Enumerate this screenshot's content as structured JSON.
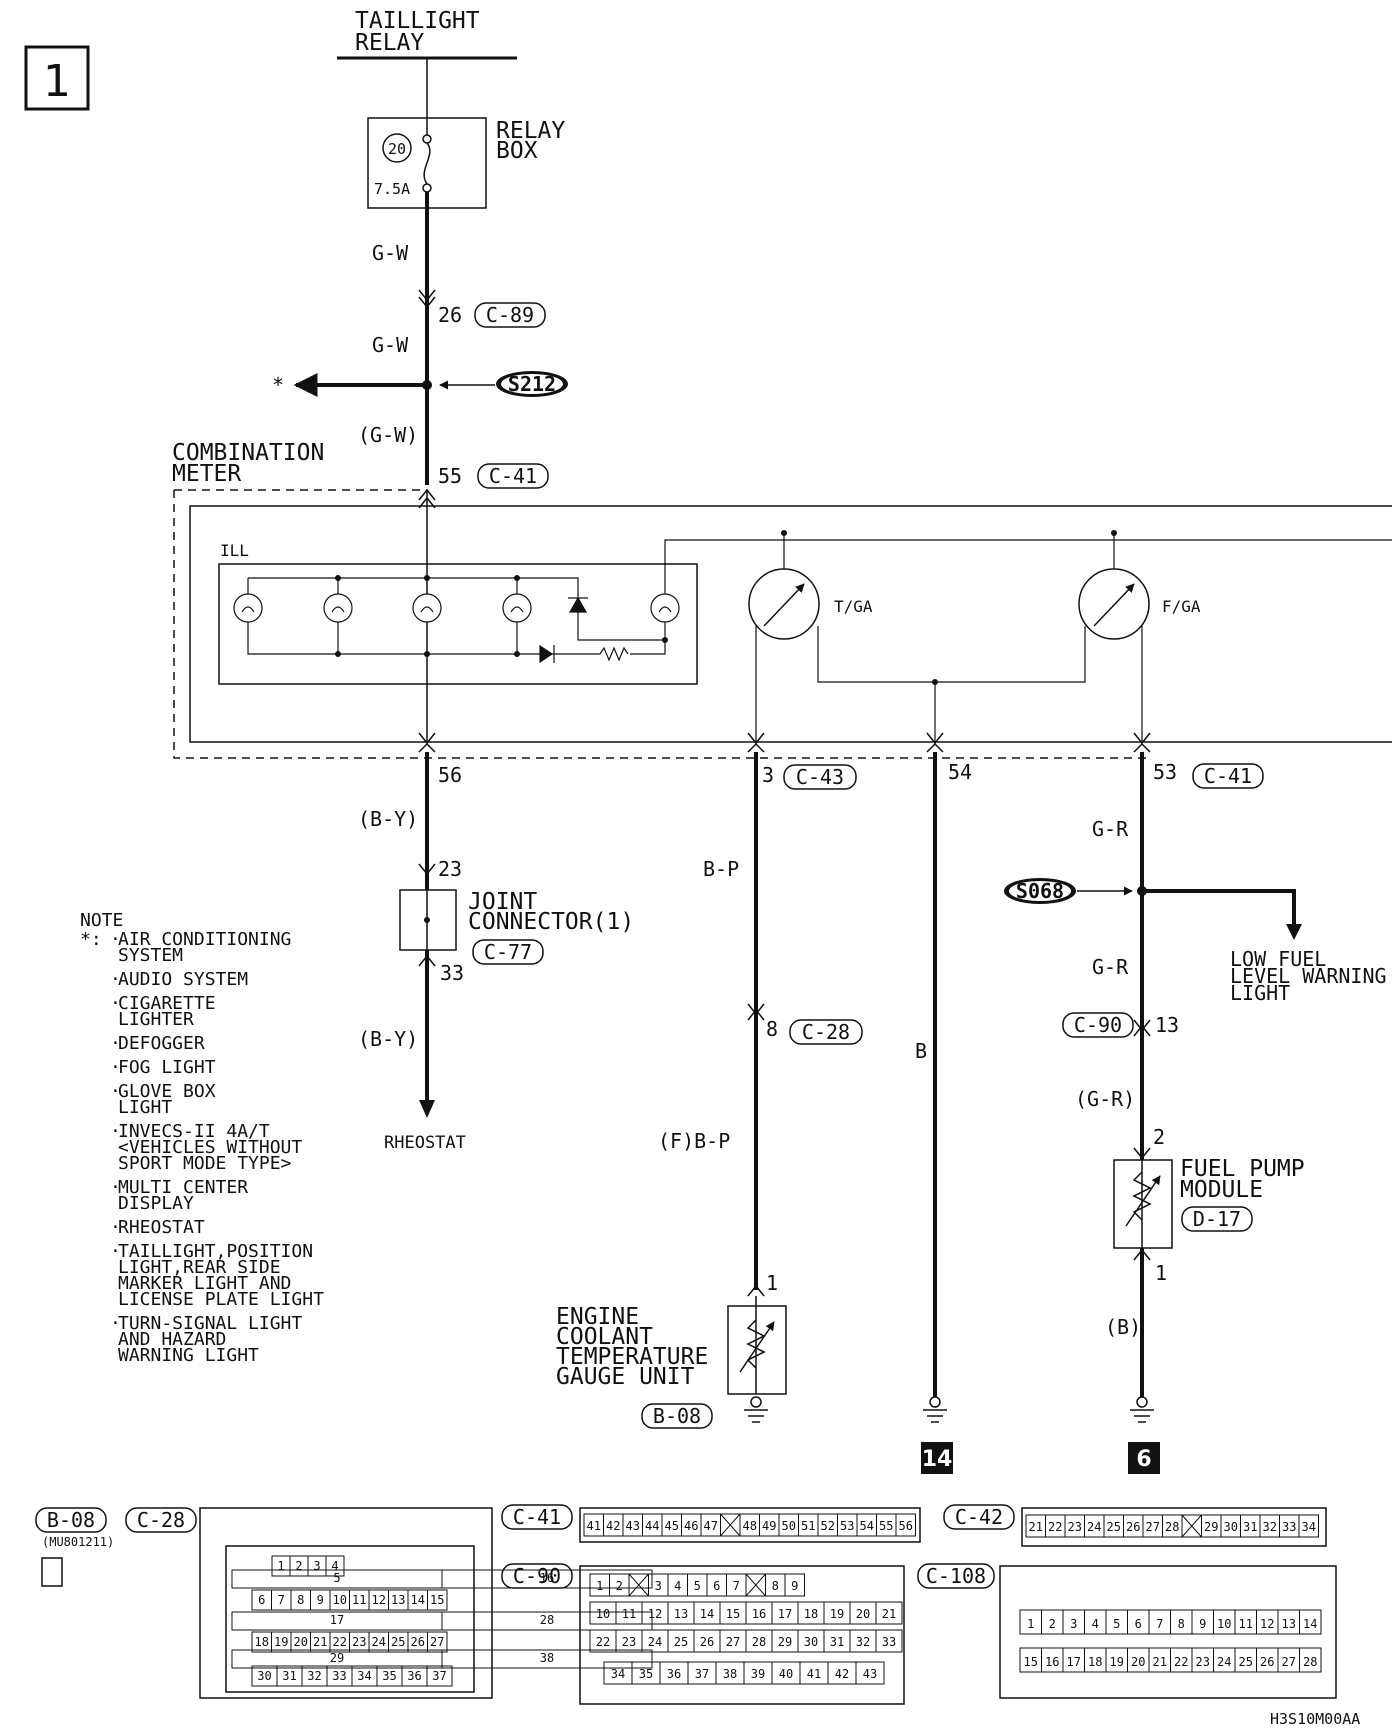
{
  "page_badge": "1",
  "source": {
    "label_line1": "TAILLIGHT",
    "label_line2": "RELAY"
  },
  "relay_box": {
    "label_line1": "RELAY",
    "label_line2": "BOX",
    "fuse_number": "20",
    "fuse_rating": "7.5A"
  },
  "wires": {
    "gw": "G-W",
    "gw_paren": "(G-W)",
    "by_paren": "(B-Y)",
    "bp": "B-P",
    "fbp": "(F)B-P",
    "b": "B",
    "gr": "G-R",
    "gr_paren": "(G-R)",
    "b_paren": "(B)"
  },
  "pins": {
    "p26": "26",
    "p55": "55",
    "p56": "56",
    "p23": "23",
    "p33": "33",
    "p3": "3",
    "p8": "8",
    "p1a": "1",
    "p54": "54",
    "p53": "53",
    "p13": "13",
    "p2": "2",
    "p1b": "1"
  },
  "connectors": {
    "c89": "C-89",
    "c41": "C-41",
    "c77": "C-77",
    "c43": "C-43",
    "c28": "C-28",
    "c90": "C-90",
    "d17": "D-17",
    "b08": "B-08",
    "c42": "C-42",
    "c108": "C-108"
  },
  "splices": {
    "s212": "S212",
    "s068": "S068"
  },
  "asterisk": "*",
  "meter": {
    "label_line1": "COMBINATION",
    "label_line2": "METER",
    "ill": "ILL",
    "tga": "T/GA",
    "fga": "F/GA"
  },
  "joint": {
    "label_line1": "JOINT",
    "label_line2": "CONNECTOR(1)"
  },
  "rheostat": "RHEOSTAT",
  "low_fuel": {
    "l1": "LOW FUEL",
    "l2": "LEVEL WARNING",
    "l3": "LIGHT"
  },
  "fuel_pump": {
    "l1": "FUEL PUMP",
    "l2": "MODULE"
  },
  "engine": {
    "l1": "ENGINE",
    "l2": "COOLANT",
    "l3": "TEMPERATURE",
    "l4": "GAUGE UNIT"
  },
  "grounds": {
    "g14": "14",
    "g6": "6"
  },
  "note": {
    "title": "NOTE",
    "prefix": "*:",
    "items": [
      [
        "AIR CONDITIONING",
        "SYSTEM"
      ],
      [
        "AUDIO SYSTEM"
      ],
      [
        "CIGARETTE",
        "LIGHTER"
      ],
      [
        "DEFOGGER"
      ],
      [
        "FOG LIGHT"
      ],
      [
        "GLOVE BOX",
        "LIGHT"
      ],
      [
        "INVECS-II 4A/T",
        "<VEHICLES WITHOUT",
        " SPORT MODE TYPE>"
      ],
      [
        "MULTI CENTER",
        "DISPLAY"
      ],
      [
        "RHEOSTAT"
      ],
      [
        "TAILLIGHT,POSITION",
        "LIGHT,REAR SIDE",
        "MARKER LIGHT AND",
        "LICENSE PLATE LIGHT"
      ],
      [
        "TURN-SIGNAL LIGHT",
        "AND HAZARD",
        "WARNING LIGHT"
      ]
    ]
  },
  "part_number": "(MU801211)",
  "diagram_code": "H3S10M00AA",
  "connector_pins": {
    "c41": [
      "41",
      "42",
      "43",
      "44",
      "45",
      "46",
      "47",
      "X",
      "48",
      "49",
      "50",
      "51",
      "52",
      "53",
      "54",
      "55",
      "56"
    ],
    "c42": [
      "21",
      "22",
      "23",
      "24",
      "25",
      "26",
      "27",
      "28",
      "X",
      "29",
      "30",
      "31",
      "32",
      "33",
      "34"
    ],
    "c108_top": [
      "1",
      "2",
      "3",
      "4",
      "5",
      "6",
      "7",
      "8",
      "9",
      "10",
      "11",
      "12",
      "13",
      "14"
    ],
    "c108_bot": [
      "15",
      "16",
      "17",
      "18",
      "19",
      "20",
      "21",
      "22",
      "23",
      "24",
      "25",
      "26",
      "27",
      "28"
    ],
    "c28_r1": [
      "1",
      "2",
      "3",
      "4"
    ],
    "c28_r2": [
      "5",
      "16"
    ],
    "c28_r3": [
      "6",
      "7",
      "8",
      "9",
      "10",
      "11",
      "12",
      "13",
      "14",
      "15"
    ],
    "c28_r4": [
      "17",
      "28"
    ],
    "c28_r5": [
      "18",
      "19",
      "20",
      "21",
      "22",
      "23",
      "24",
      "25",
      "26",
      "27"
    ],
    "c28_r6": [
      "29",
      "38"
    ],
    "c28_r7": [
      "30",
      "31",
      "32",
      "33",
      "34",
      "35",
      "36",
      "37"
    ],
    "c90_r1": [
      "1",
      "2",
      "X",
      "3",
      "4",
      "5",
      "6",
      "7",
      "X",
      "8",
      "9"
    ],
    "c90_r2": [
      "10",
      "11",
      "12",
      "13",
      "14",
      "15",
      "16",
      "17",
      "18",
      "19",
      "20",
      "21"
    ],
    "c90_r3": [
      "22",
      "23",
      "24",
      "25",
      "26",
      "27",
      "28",
      "29",
      "30",
      "31",
      "32",
      "33"
    ],
    "c90_r4": [
      "34",
      "35",
      "36",
      "37",
      "38",
      "39",
      "40",
      "41",
      "42",
      "43"
    ]
  }
}
